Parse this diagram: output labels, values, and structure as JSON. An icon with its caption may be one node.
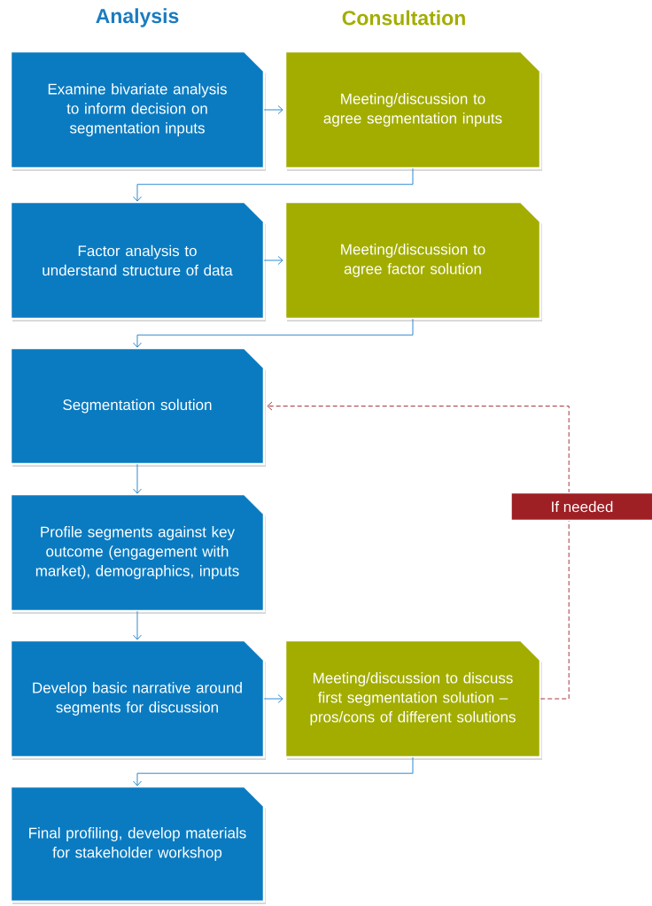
{
  "diagram": {
    "nodes": [
      {
        "text": [
          "Examine bivariate analysis to inform decision on segmentation inputs"
        ]
      },
      {
        "text": [
          "Meeting/discussion to agree segmentation inputs"
        ]
      },
      {
        "text": [
          "Factor analysis to understand structure of data"
        ]
      },
      {
        "text": [
          "Meeting/discussion to agree factor solution"
        ]
      },
      {
        "text": [
          "Segmentation solution"
        ]
      },
      {
        "text": [
          "Profile segments against key outcome (engagement with market), demographics, inputs"
        ]
      },
      {
        "text": [
          "Develop basic narrative around segments for discussion"
        ]
      },
      {
        "text": [
          "Meeting/discussion to discuss first segmentation solution – pros/cons of different solutions"
        ]
      },
      {
        "text": [
          "Final profiling, develop materials for stakeholder workshop"
        ]
      }
    ],
    "edges": [
      {
        "from": 0,
        "to": 1,
        "arrow": "to"
      },
      {
        "from": 1,
        "to": 2,
        "arrow": "to"
      },
      {
        "from": 2,
        "to": 3,
        "arrow": "to"
      },
      {
        "from": 3,
        "to": 4,
        "arrow": "to"
      },
      {
        "from": 4,
        "to": 5,
        "arrow": "to"
      },
      {
        "from": 5,
        "to": 6,
        "arrow": "to"
      },
      {
        "from": 6,
        "to": 7,
        "arrow": "to"
      },
      {
        "from": 7,
        "to": 8,
        "arrow": "to"
      },
      {
        "from": 7,
        "to": 4,
        "arrow": "to",
        "label": "If needed",
        "style": "dashed",
        "color": "#a8383d"
      }
    ],
    "labels": [
      "Analysis",
      "Consultation"
    ]
  }
}
